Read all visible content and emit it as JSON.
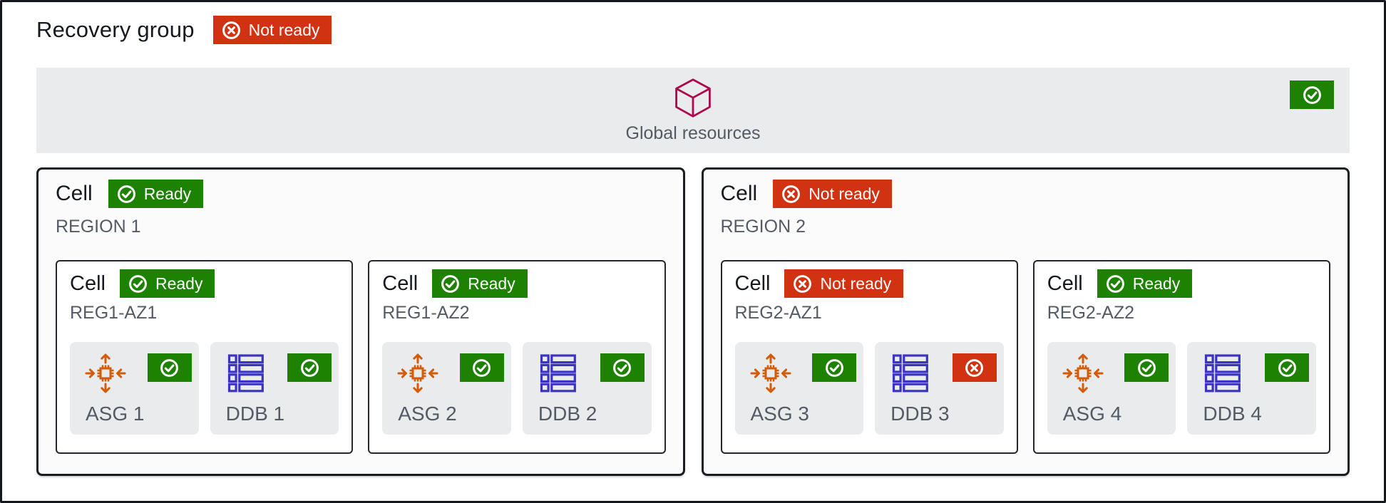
{
  "page": {
    "title": "Recovery group",
    "status": {
      "label": "Not ready",
      "state": "not-ready"
    }
  },
  "global": {
    "label": "Global resources",
    "status": {
      "state": "ready"
    }
  },
  "cells": [
    {
      "title": "Cell",
      "region": "REGION 1",
      "status": {
        "label": "Ready",
        "state": "ready"
      },
      "subcells": [
        {
          "title": "Cell",
          "name": "REG1-AZ1",
          "status": {
            "label": "Ready",
            "state": "ready"
          },
          "resources": [
            {
              "label": "ASG 1",
              "type": "asg",
              "status": {
                "state": "ready"
              }
            },
            {
              "label": "DDB 1",
              "type": "ddb",
              "status": {
                "state": "ready"
              }
            }
          ]
        },
        {
          "title": "Cell",
          "name": "REG1-AZ2",
          "status": {
            "label": "Ready",
            "state": "ready"
          },
          "resources": [
            {
              "label": "ASG 2",
              "type": "asg",
              "status": {
                "state": "ready"
              }
            },
            {
              "label": "DDB 2",
              "type": "ddb",
              "status": {
                "state": "ready"
              }
            }
          ]
        }
      ]
    },
    {
      "title": "Cell",
      "region": "REGION 2",
      "status": {
        "label": "Not ready",
        "state": "not-ready"
      },
      "subcells": [
        {
          "title": "Cell",
          "name": "REG2-AZ1",
          "status": {
            "label": "Not ready",
            "state": "not-ready"
          },
          "resources": [
            {
              "label": "ASG 3",
              "type": "asg",
              "status": {
                "state": "ready"
              }
            },
            {
              "label": "DDB 3",
              "type": "ddb",
              "status": {
                "state": "not-ready"
              }
            }
          ]
        },
        {
          "title": "Cell",
          "name": "REG2-AZ2",
          "status": {
            "label": "Ready",
            "state": "ready"
          },
          "resources": [
            {
              "label": "ASG 4",
              "type": "asg",
              "status": {
                "state": "ready"
              }
            },
            {
              "label": "DDB 4",
              "type": "ddb",
              "status": {
                "state": "ready"
              }
            }
          ]
        }
      ]
    }
  ],
  "icons": {
    "global": "cube-icon",
    "asg": "auto-scaling-group-icon",
    "ddb": "dynamodb-table-icon",
    "ready": "check-circle-icon",
    "not_ready": "x-circle-icon"
  },
  "colors": {
    "ready_green": "#1d8102",
    "not_ready_red": "#d13212",
    "asg_orange": "#d45b07",
    "ddb_indigo": "#3b33c4",
    "global_pink": "#b0084d",
    "text_dark": "#16191f",
    "text_gray": "#545b64",
    "panel_gray": "#e9ebed"
  }
}
